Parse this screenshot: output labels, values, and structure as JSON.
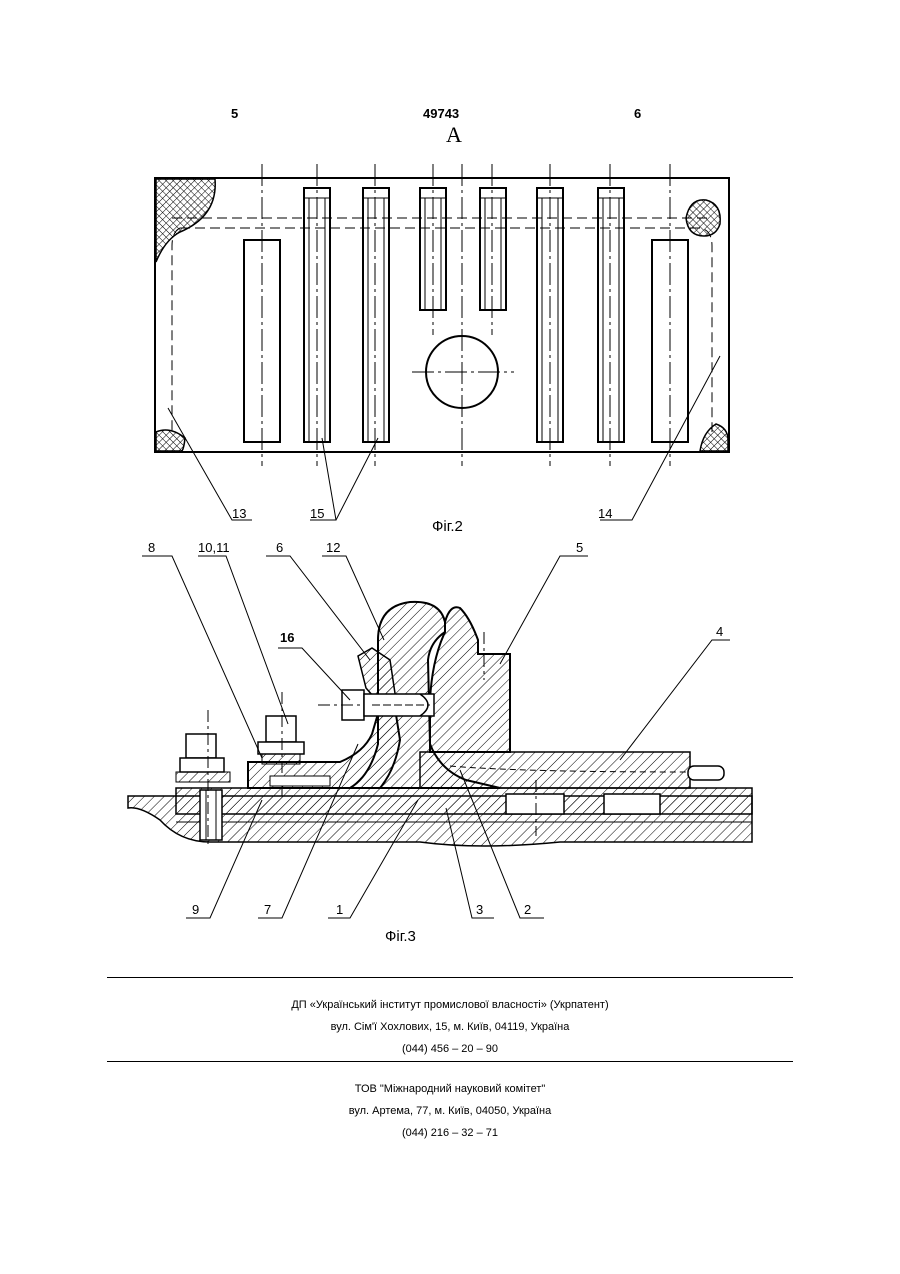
{
  "header": {
    "page_left": "5",
    "patent_number": "49743",
    "page_right": "6"
  },
  "fig2": {
    "view_label": "А",
    "caption": "Фіг.2",
    "callouts": [
      "13",
      "15",
      "14"
    ]
  },
  "fig3": {
    "caption": "Фіг.3",
    "callouts": [
      "8",
      "10,11",
      "6",
      "12",
      "5",
      "4",
      "16",
      "9",
      "7",
      "1",
      "3",
      "2"
    ]
  },
  "footer": {
    "org1": {
      "name": "ДП «Український інститут промислової власності» (Укрпатент)",
      "address": "вул. Сім'ї Хохлових, 15, м. Київ, 04119, Україна",
      "phone": "(044) 456 – 20 – 90"
    },
    "org2": {
      "name": "ТОВ \"Міжнародний науковий комітет\"",
      "address": "вул. Артема, 77, м. Київ, 04050, Україна",
      "phone": "(044) 216 – 32 – 71"
    }
  }
}
